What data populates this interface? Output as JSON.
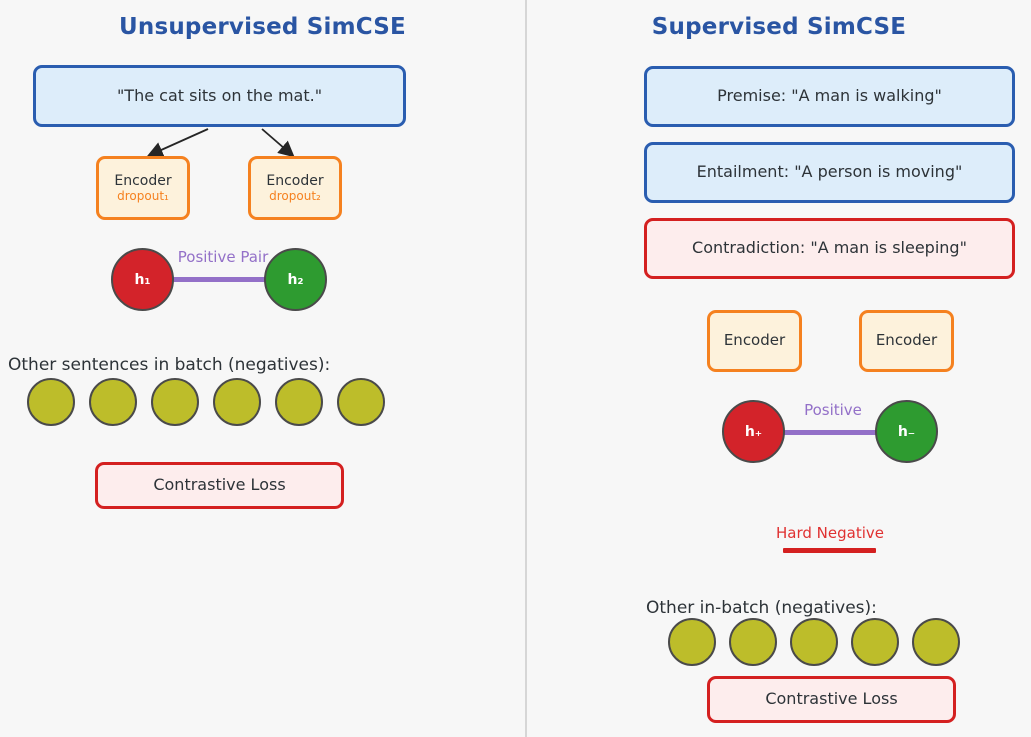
{
  "background": "#f7f7f7",
  "colors": {
    "title_blue": "#2a55a3",
    "box_blue_border": "#2a5db0",
    "box_blue_fill": "#ddedfa",
    "box_red_border": "#d42020",
    "box_red_fill": "#fdeded",
    "encoder_border": "#f5811f",
    "encoder_fill": "#fdf2dc",
    "positive_red": "#d3232a",
    "positive_green": "#2e9b30",
    "negative_olive": "#bdbd2a",
    "connector_purple": "#9370c8",
    "hard_negative_red": "#e03131"
  },
  "left_panel": {
    "title": "Unsupervised SimCSE",
    "sentence_box": "\"The cat sits on the mat.\"",
    "encoders": [
      {
        "label": "Encoder",
        "sublabel": "dropout₁"
      },
      {
        "label": "Encoder",
        "sublabel": "dropout₂"
      }
    ],
    "pair": {
      "left_circle": "h₁",
      "right_circle": "h₂",
      "connector_label": "Positive Pair"
    },
    "negatives_caption": "Other sentences in batch (negatives):",
    "negatives_count": 6,
    "loss_box": "Contrastive Loss"
  },
  "right_panel": {
    "title": "Supervised SimCSE",
    "sentences": [
      {
        "text": "Premise: \"A man is walking\"",
        "style": "blue"
      },
      {
        "text": "Entailment: \"A person is moving\"",
        "style": "blue"
      },
      {
        "text": "Contradiction: \"A man is sleeping\"",
        "style": "red"
      }
    ],
    "encoders": [
      {
        "label": "Encoder"
      },
      {
        "label": "Encoder"
      }
    ],
    "pair": {
      "left_circle": "h₊",
      "right_circle": "h₋",
      "connector_label": "Positive"
    },
    "hard_negative_label": "Hard Negative",
    "negatives_caption": "Other in-batch (negatives):",
    "negatives_count": 5,
    "loss_box": "Contrastive Loss"
  }
}
